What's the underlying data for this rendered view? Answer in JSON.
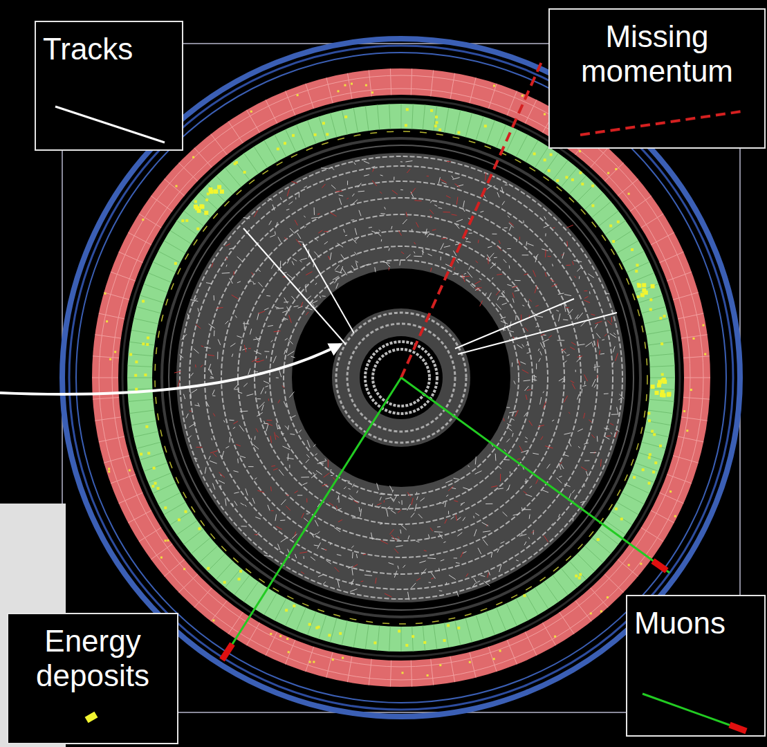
{
  "diagram": {
    "legend": [
      {
        "text": "Tracks"
      },
      {
        "text": "Missing momentum"
      },
      {
        "text": "Energy deposits"
      },
      {
        "text": "Muons"
      }
    ]
  }
}
